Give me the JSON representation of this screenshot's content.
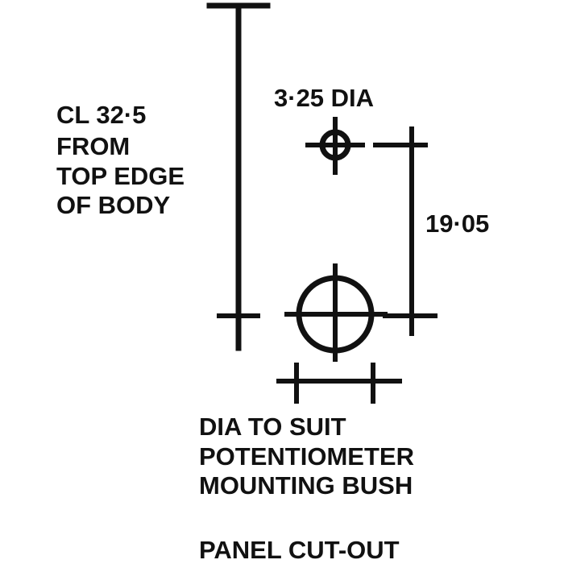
{
  "labels": {
    "centerline": [
      "CL 32·5",
      "FROM",
      "TOP EDGE",
      "OF BODY"
    ],
    "small_hole_dia": "3·25 DIA",
    "spacing": "19·05",
    "bush_note": [
      "DIA TO SUIT",
      "POTENTIOMETER",
      "MOUNTING BUSH"
    ],
    "caption": "PANEL CUT-OUT"
  },
  "colors": {
    "ink": "#111111",
    "paper": "#ffffff"
  }
}
